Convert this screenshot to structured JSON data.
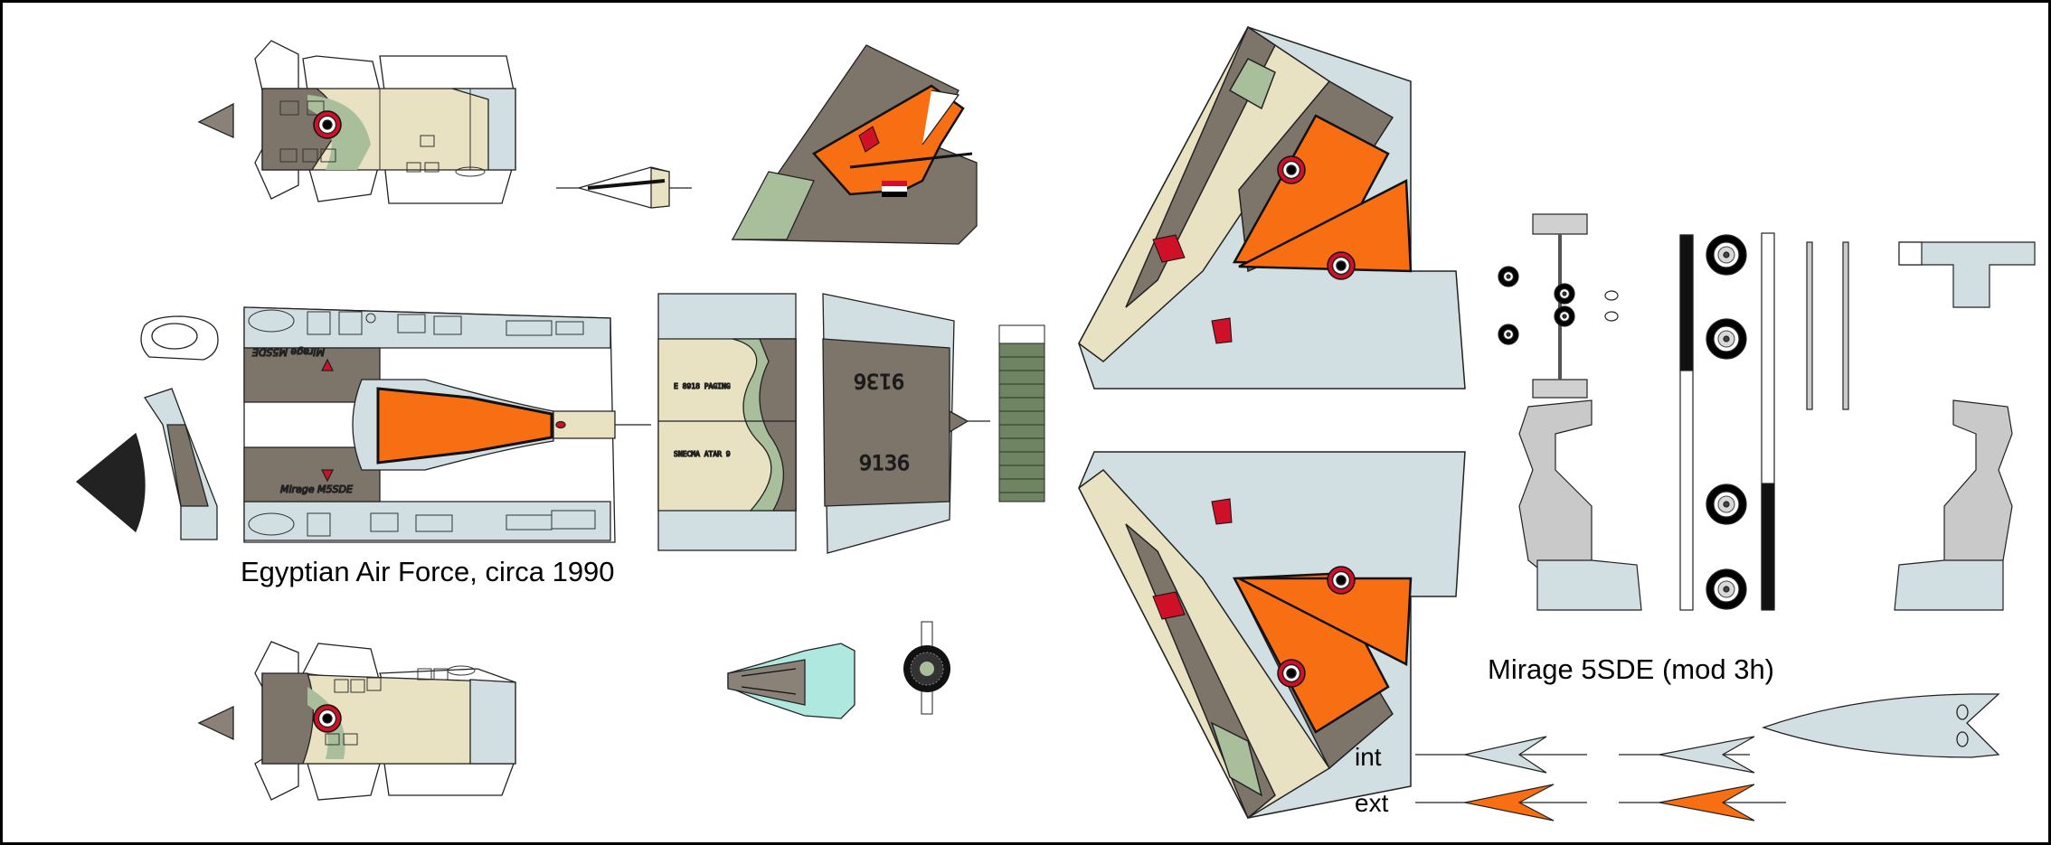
{
  "sheet": {
    "caption_air_force": "Egyptian Air Force, circa 1990",
    "caption_model": "Mirage 5SDE (mod 3h)",
    "label_int": "int",
    "label_ext": "ext"
  },
  "markings": {
    "serial_wing_upper": "9136",
    "serial_wing_lower": "9136",
    "fuselage_script_top": "Mirage M5SDE",
    "fuselage_script_bottom": "Mirage M5SDE",
    "stencil_a": "E 8918 PAGING",
    "stencil_b": "SNECMA ATAR 9"
  },
  "colors": {
    "sand": "#e8e2c2",
    "dark_earth": "#7d746a",
    "green": "#a9bf9c",
    "light_grey": "#d2dfe2",
    "orange": "#f86e13",
    "engine_green": "#6e8462",
    "canopy": "#aee8df",
    "outline": "#1a1a1a",
    "roundel_red": "#ce1126",
    "roundel_black": "#000000"
  },
  "icons": [
    "roundel-icon",
    "egypt-flag-icon",
    "wheel-icon",
    "exhaust-fan-icon"
  ]
}
